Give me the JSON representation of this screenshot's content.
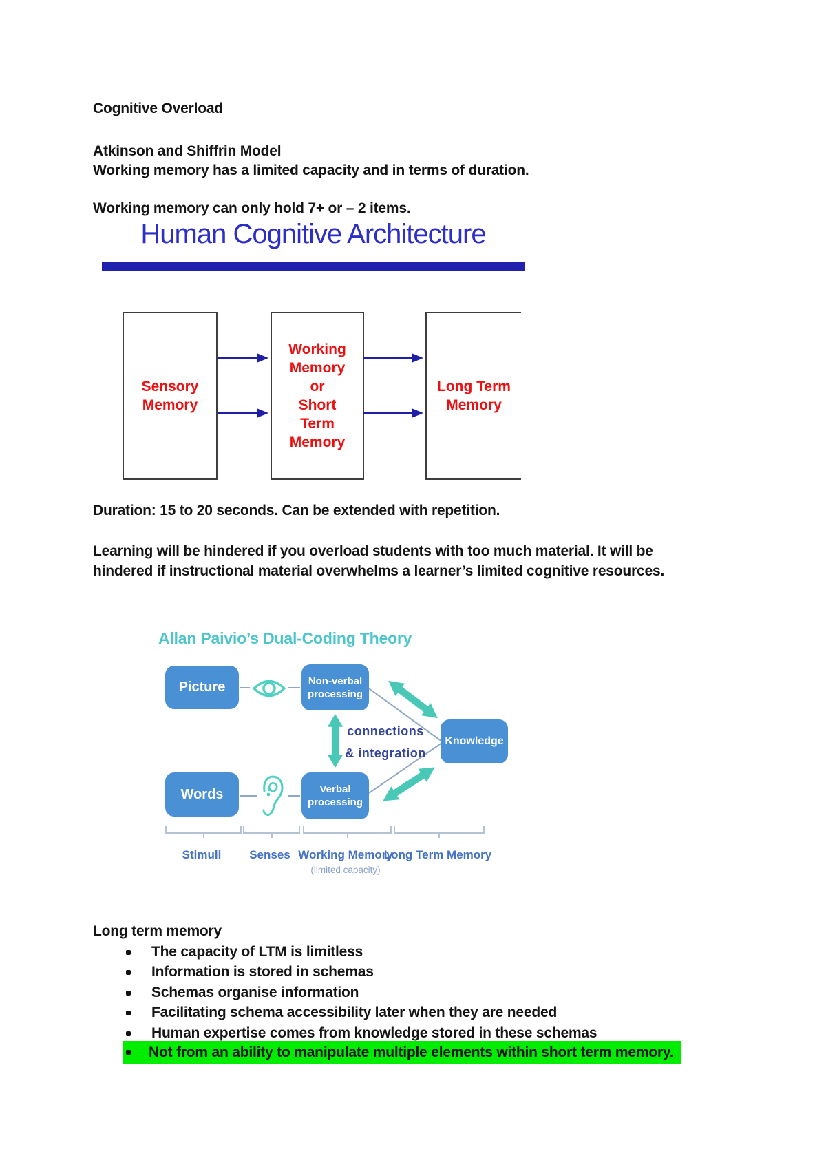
{
  "document": {
    "title": "Cognitive Overload",
    "intro": {
      "heading": "Atkinson and Shiffrin Model",
      "line": "Working memory has a limited capacity and in terms of duration.",
      "capacity_note": "Working memory can only hold 7+ or – 2 items."
    },
    "duration_note": "Duration: 15 to 20 seconds. Can be extended with repetition.",
    "learning_paragraph": {
      "line1": "Learning will be hindered if you overload students with too much material. It will be",
      "line2": "hindered if instructional material overwhelms a learner’s limited cognitive resources."
    },
    "ltm_section": {
      "heading": "Long term memory",
      "bullets": [
        "The capacity of LTM is limitless",
        "Information is stored in schemas",
        "Schemas organise information",
        "Facilitating schema accessibility later when they are needed",
        "Human expertise comes from knowledge stored in these schemas",
        "Not from an ability to manipulate multiple elements within short term memory."
      ],
      "highlighted_bullet_index": 5,
      "highlight_color": "#00ed00"
    }
  },
  "slide_architecture": {
    "title": "Human Cognitive Architecture",
    "boxes": {
      "sensory": "Sensory Memory",
      "working": "Working\nMemory\nor\nShort\nTerm\nMemory",
      "long_term": "Long Term Memory"
    },
    "colors": {
      "title": "#2d2dc8",
      "rule": "#2121ae",
      "box_text": "#ee1010",
      "box_border": "#3d3d3d",
      "arrow": "#1e1ea8"
    }
  },
  "diagram_dual_coding": {
    "title": "Allan Paivio’s Dual-Coding Theory",
    "nodes": {
      "picture": "Picture",
      "words": "Words",
      "nonverbal": "Non-verbal processing",
      "verbal": "Verbal processing",
      "knowledge": "Knowledge"
    },
    "center_label_line1": "connections",
    "center_label_line2": "& integration",
    "icons": [
      "eye-icon",
      "ear-icon"
    ],
    "stage_labels": {
      "stimuli": "Stimuli",
      "senses": "Senses",
      "working_memory": "Working Memory",
      "working_memory_sub": "(limited capacity)",
      "long_term_memory": "Long Term Memory"
    },
    "colors": {
      "title": "#4cc5cb",
      "node": "#4a90d5",
      "teal_arrow": "#49c8b8",
      "icon_teal": "#4fd0c2",
      "center_label": "#35459c",
      "stage_label": "#4472c4",
      "stage_sub": "#8aa2c8",
      "thin_line": "#8fa8c8"
    }
  }
}
